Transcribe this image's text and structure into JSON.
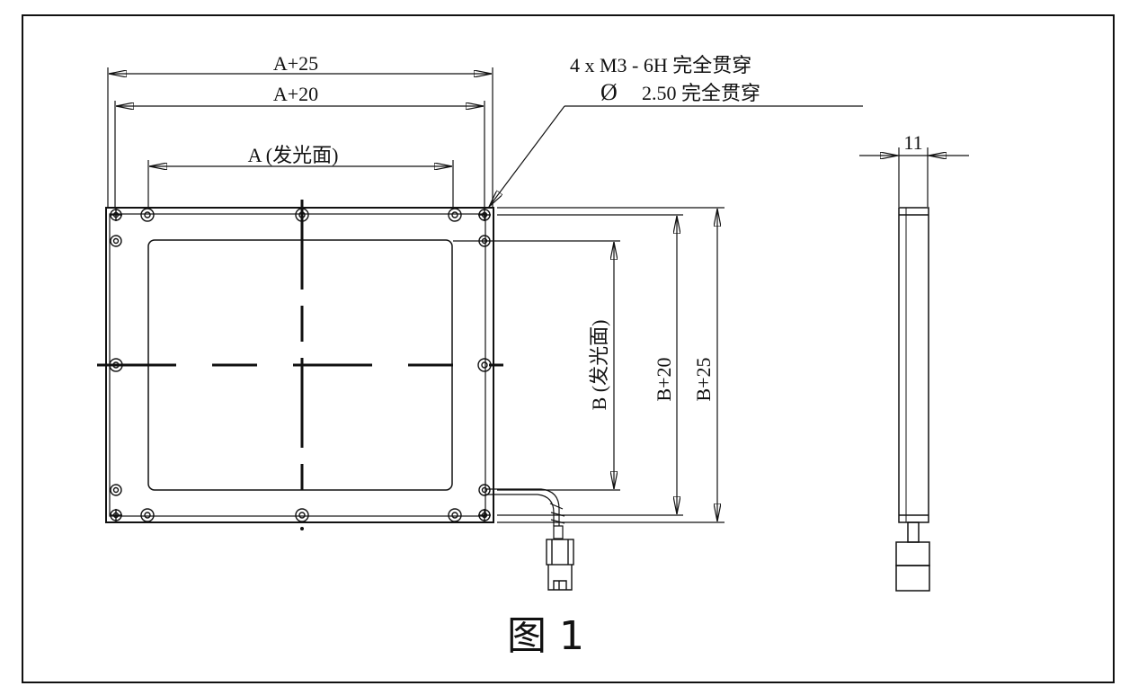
{
  "labels": {
    "width_outer": "A+25",
    "width_mid": "A+20",
    "width_emit": "A (发光面)",
    "height_emit": "B (发光面)",
    "height_mid": "B+20",
    "height_outer": "B+25",
    "hole_note_1": "4 x  M3 - 6H 完全贯穿",
    "hole_note_2_symbol": "Ø",
    "hole_note_2_text": "2.50 完全贯穿",
    "thickness": "11"
  },
  "caption": "图 1"
}
